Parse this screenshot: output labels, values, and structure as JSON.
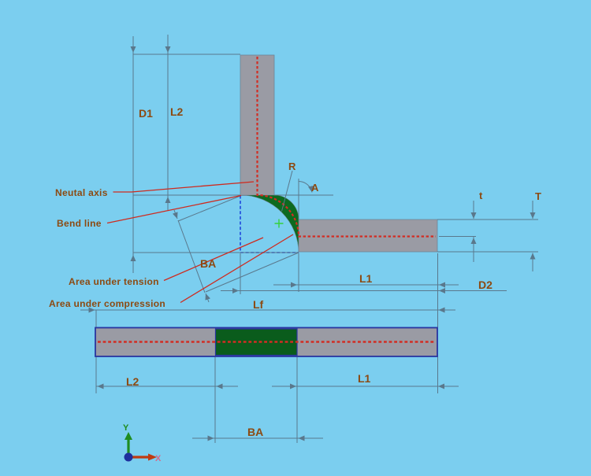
{
  "colors": {
    "bg": "#7bceef",
    "part-gray": "#9a9ba4",
    "part-edge": "#6d8496",
    "bend-green": "#0d6a20",
    "strip-green": "#0a5c1c",
    "neutral-red": "#d22d23",
    "mold-blue": "#1e46dc",
    "dim-line": "#5a788c",
    "leader-red": "#cf2a1e",
    "label-brown": "#8c4a12",
    "strip-border": "#2835a0",
    "axis-green": "#1f8c1f",
    "axis-red": "#c03a10",
    "axis-origin-blue": "#1d2f9e",
    "axis-x-pink": "#d46a8c",
    "cross-green": "#35d13a"
  },
  "labels": {
    "neutral_axis": "Neutal axis",
    "bend_line": "Bend line",
    "area_tension": "Area under tension",
    "area_compression": "Area under compression",
    "d1": "D1",
    "l2_top": "L2",
    "r": "R",
    "a": "A",
    "t_small": "t",
    "t_big": "T",
    "l1_top": "L1",
    "d2": "D2",
    "ba_diag": "BA",
    "lf": "Lf",
    "l2_bottom": "L2",
    "ba_bottom": "BA",
    "l1_bottom": "L1",
    "axis_x": "X",
    "axis_y": "Y"
  }
}
